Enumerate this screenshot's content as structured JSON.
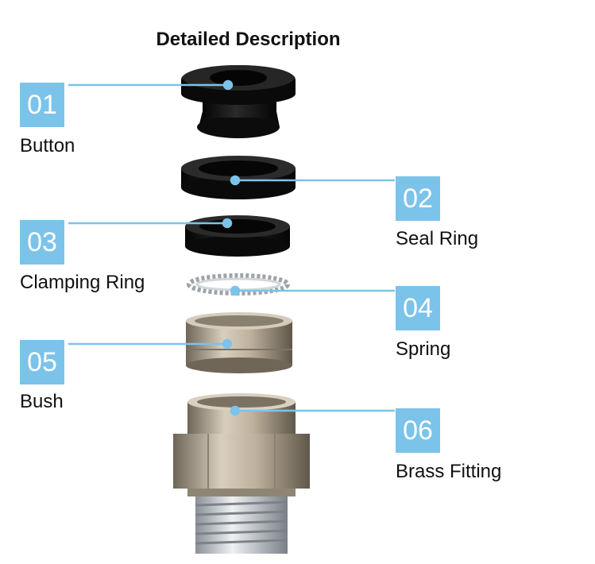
{
  "title": "Detailed Description",
  "colors": {
    "accent": "#7cc3ea",
    "rubber": "#141414",
    "metal": "#b9ad99",
    "thread": "#c9cdd2"
  },
  "parts": [
    {
      "number": "01",
      "name": "Button"
    },
    {
      "number": "02",
      "name": "Seal Ring"
    },
    {
      "number": "03",
      "name": "Clamping Ring"
    },
    {
      "number": "04",
      "name": "Spring"
    },
    {
      "number": "05",
      "name": "Bush"
    },
    {
      "number": "06",
      "name": "Brass Fitting"
    }
  ]
}
